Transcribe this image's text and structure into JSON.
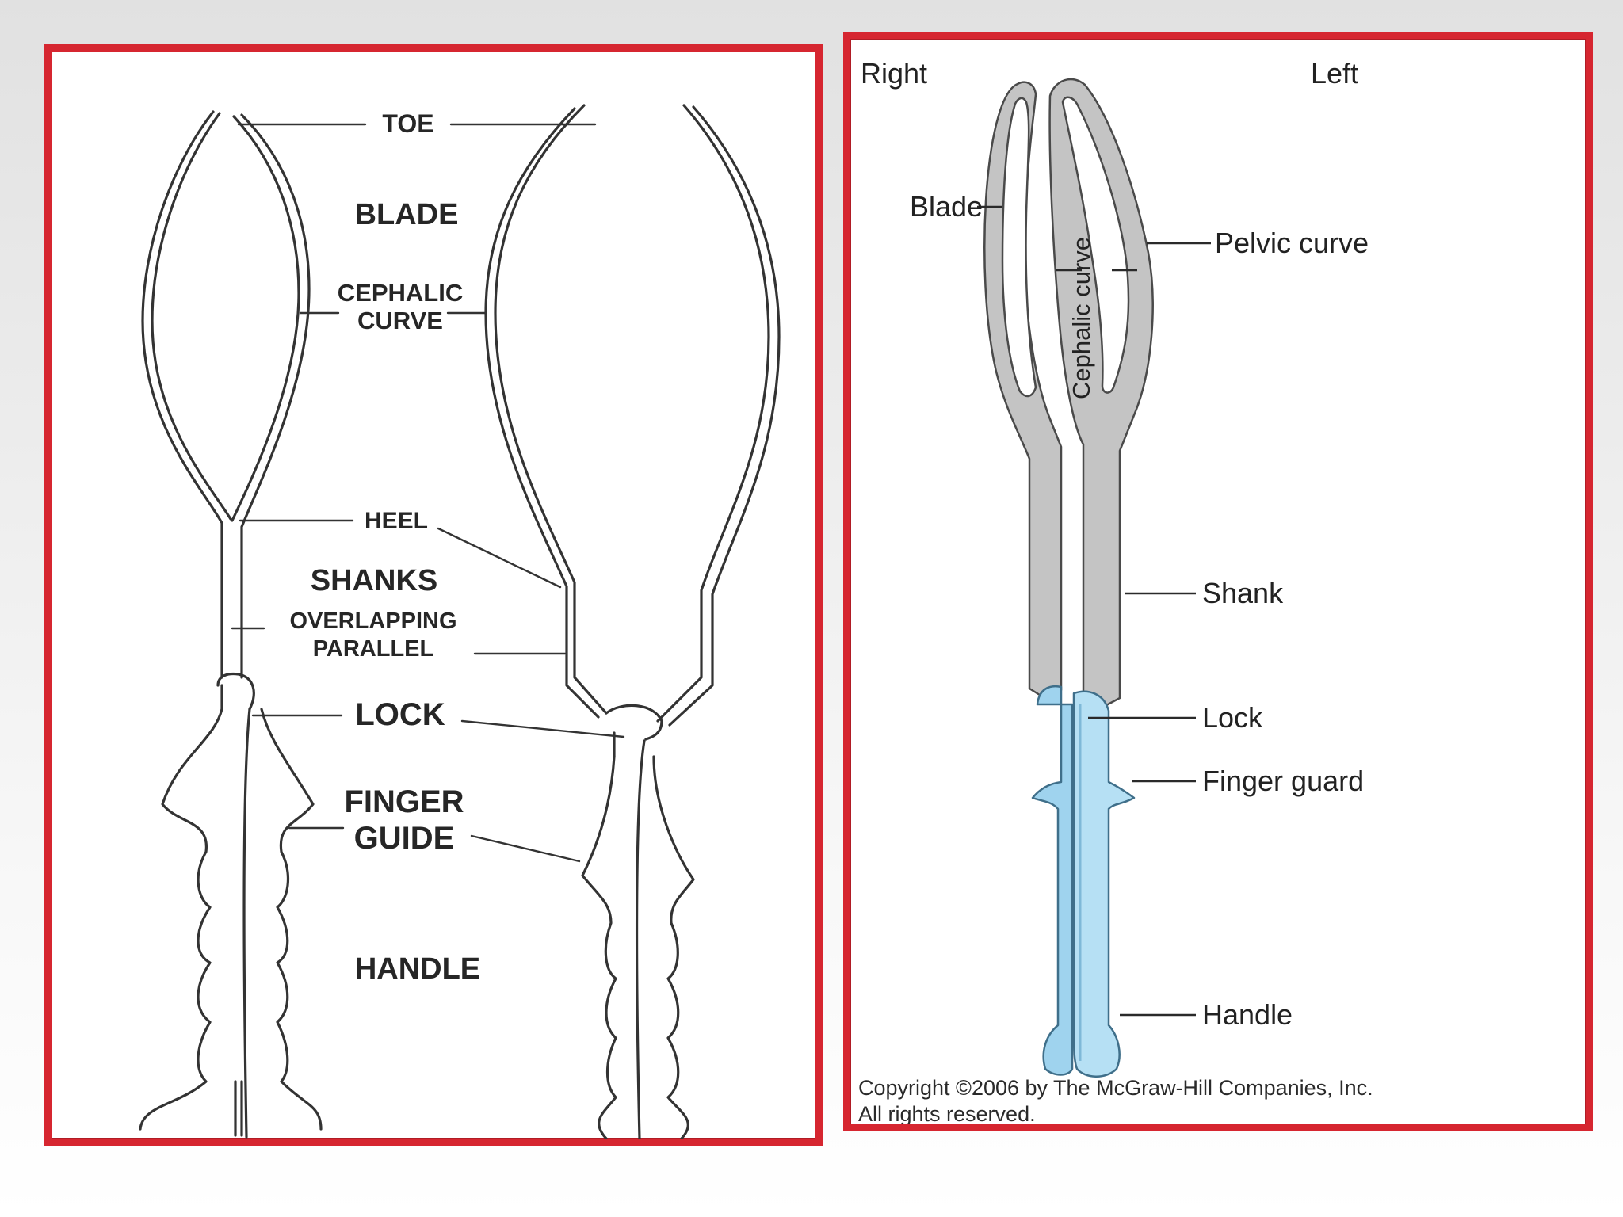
{
  "left_diagram": {
    "labels": {
      "toe": "TOE",
      "blade": "BLADE",
      "cephalic_line1": "CEPHALIC",
      "cephalic_line2": "CURVE",
      "heel": "HEEL",
      "shanks": "SHANKS",
      "overlapping_line1": "OVERLAPPING",
      "overlapping_line2": "PARALLEL",
      "lock": "LOCK",
      "finger_line1": "FINGER",
      "finger_line2": "GUIDE",
      "handle": "HANDLE"
    }
  },
  "right_diagram": {
    "labels": {
      "right": "Right",
      "left": "Left",
      "blade": "Blade",
      "cephalic_curve": "Cephalic curve",
      "pelvic_curve": "Pelvic curve",
      "shank": "Shank",
      "lock": "Lock",
      "finger_guard": "Finger guard",
      "handle": "Handle"
    },
    "copyright_line1": "Copyright ©2006 by The McGraw-Hill Companies, Inc.",
    "copyright_line2": "All rights reserved."
  },
  "colors": {
    "frame": "#d62630",
    "steel_fill": "#c4c4c4",
    "handle_fill": "#9fd3ee"
  }
}
